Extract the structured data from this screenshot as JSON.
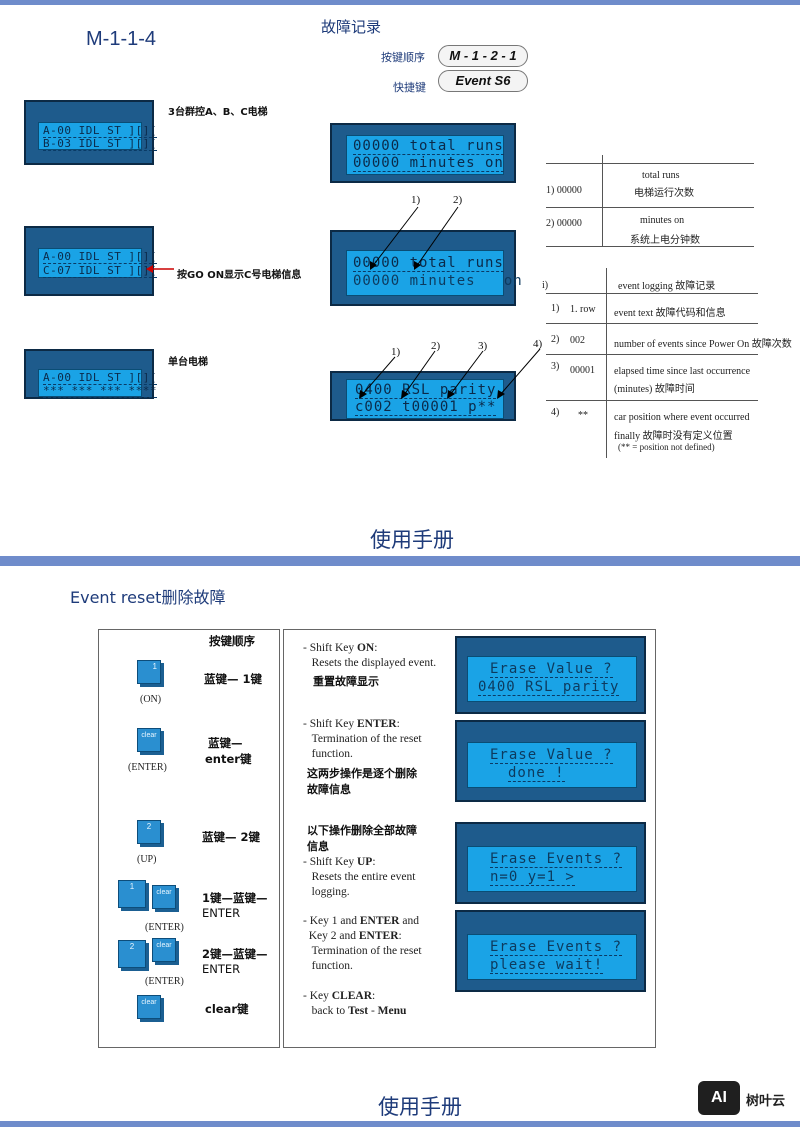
{
  "top": {
    "code": "M-1-1-4",
    "section_title": "故障记录",
    "key_order_label": "按键顺序",
    "key_order_value": "M - 1 - 2 - 1",
    "shortcut_label": "快捷键",
    "shortcut_value": "Event  S6",
    "group_label": "3台群控A、B、C电梯",
    "go_on_label": "按GO ON显示C号电梯信息",
    "single_label": "单台电梯",
    "lcd_small": [
      {
        "l1": "A-00 IDL ST ][][",
        "l2": "B-03 IDL ST ][]["
      },
      {
        "l1": "A-00 IDL ST ][][",
        "l2": "C-07 IDL ST ][]["
      },
      {
        "l1": "A-00 IDL ST ][][",
        "l2": "*** *** *** ****"
      }
    ],
    "lcd_big": [
      {
        "l1": "00000 total runs",
        "l2": "00000 minutes on"
      },
      {
        "l1": "00000 total runs",
        "l2": "00000 minutes   on"
      },
      {
        "l1": "0400 RSL parity",
        "l2": "c002 t00001 p**"
      }
    ],
    "callouts_a": [
      "1)",
      "2)"
    ],
    "callouts_b": [
      "1)",
      "2)",
      "3)",
      "4)"
    ],
    "table1": [
      {
        "n": "1) 00000",
        "en": "total  runs",
        "cn": "电梯运行次数"
      },
      {
        "n": "2) 00000",
        "en": "minutes  on",
        "cn": "系统上电分钟数"
      }
    ],
    "table2_head": {
      "n": "i)",
      "text": "event logging  故障记录"
    },
    "table2": [
      {
        "n": "1)",
        "v": "1. row",
        "d": "event text  故障代码和信息"
      },
      {
        "n": "2)",
        "v": "002",
        "d": "number of events since Power On 故障次数"
      },
      {
        "n": "3)",
        "v": "00001",
        "d": "elapsed time since last occurrence",
        "d2": "(minutes)  故障时间"
      },
      {
        "n": "4)",
        "v": "**",
        "d": "car position  where  event occurred",
        "d2": "finally  故障时没有定义位置",
        "d3": "(** = position not defined)"
      }
    ],
    "footer": "使用手册"
  },
  "bottom": {
    "title": "Event reset删除故障",
    "steps_header": "按键顺序",
    "steps": [
      {
        "label": "蓝键— 1键",
        "key_label": "(ON)"
      },
      {
        "label": "蓝键—",
        "label2": "enter键",
        "key_label": "(ENTER)",
        "key_text": "clear"
      },
      {
        "label": "蓝键— 2键",
        "key_label": "(UP)",
        "key_text": "2"
      },
      {
        "label": "1键—蓝键—",
        "label2": "ENTER",
        "key_label": "(ENTER)",
        "k1": "1",
        "k2": "clear"
      },
      {
        "label": "2键—蓝键—",
        "label2": "ENTER",
        "key_label": "(ENTER)",
        "k1": "2",
        "k2": "clear"
      },
      {
        "label": "clear键",
        "key_text": "clear"
      }
    ],
    "desc": {
      "d1a": "- Shift Key ",
      "d1b": "ON",
      "d1c": ":",
      "d1d": "Resets the displayed event.",
      "d1cn": "重置故障显示",
      "d2a": "- Shift Key ",
      "d2b": "ENTER",
      "d2c": ":",
      "d2d": "Termination of the reset",
      "d2e": "function.",
      "d2cn1": "这两步操作是逐个删除",
      "d2cn2": "故障信息",
      "d3cn1": "以下操作删除全部故障",
      "d3cn2": "信息",
      "d3a": "- Shift Key ",
      "d3b": "UP",
      "d3c": ":",
      "d3d": "Resets the entire event",
      "d3e": "logging.",
      "d4a": "- Key 1 and ",
      "d4b": "ENTER",
      "d4c": " and",
      "d4d": "Key 2 and ",
      "d4e": "ENTER",
      "d4f": ":",
      "d4g": "Termination of the reset",
      "d4h": "function.",
      "d5a": "- Key ",
      "d5b": "CLEAR",
      "d5c": ":",
      "d5d": "back to ",
      "d5e": "Test",
      "d5f": " - ",
      "d5g": "Menu"
    },
    "lcds": [
      {
        "l1": "Erase Value ?",
        "l2": "0400 RSL parity"
      },
      {
        "l1": "Erase Value ?",
        "l2": "done !"
      },
      {
        "l1": "Erase Events ?",
        "l2": "n=0 y=1 >"
      },
      {
        "l1": "Erase Events ?",
        "l2": "please wait!"
      }
    ],
    "footer": "使用手册",
    "brand": "树叶云",
    "brand_logo": "AI"
  }
}
